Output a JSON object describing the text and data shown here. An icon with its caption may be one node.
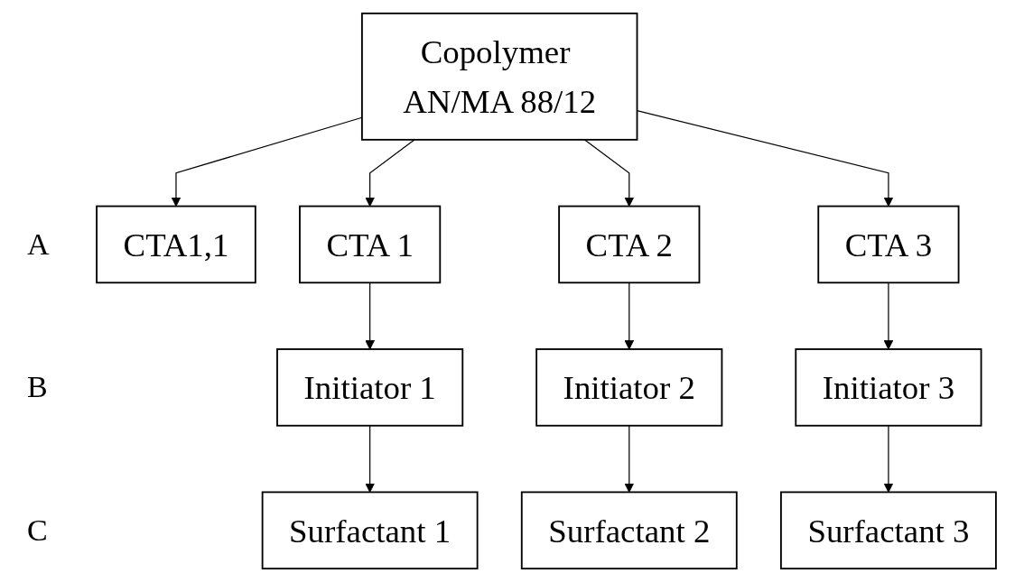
{
  "diagram": {
    "nodes": [
      {
        "text": [
          "Copolymer AN/MA 88/12"
        ]
      },
      {
        "text": [
          "CTA1,1"
        ]
      },
      {
        "text": [
          "CTA 1"
        ]
      },
      {
        "text": [
          "CTA 2"
        ]
      },
      {
        "text": [
          "CTA 3"
        ]
      },
      {
        "text": [
          "Initiator 1"
        ]
      },
      {
        "text": [
          "Initiator 2"
        ]
      },
      {
        "text": [
          "Initiator 3"
        ]
      },
      {
        "text": [
          "Surfactant 1"
        ]
      },
      {
        "text": [
          "Surfactant 2"
        ]
      },
      {
        "text": [
          "Surfactant 3"
        ]
      }
    ],
    "edges": [
      {
        "from": 0,
        "to": 1,
        "arrow": "to"
      },
      {
        "from": 0,
        "to": 2,
        "arrow": "to"
      },
      {
        "from": 0,
        "to": 3,
        "arrow": "to"
      },
      {
        "from": 0,
        "to": 4,
        "arrow": "to"
      },
      {
        "from": 2,
        "to": 5,
        "arrow": "to"
      },
      {
        "from": 3,
        "to": 6,
        "arrow": "to"
      },
      {
        "from": 4,
        "to": 7,
        "arrow": "to"
      },
      {
        "from": 5,
        "to": 8,
        "arrow": "to"
      },
      {
        "from": 6,
        "to": 9,
        "arrow": "to"
      },
      {
        "from": 7,
        "to": 10,
        "arrow": "to"
      }
    ],
    "labels": [
      "A",
      "B",
      "C"
    ]
  }
}
